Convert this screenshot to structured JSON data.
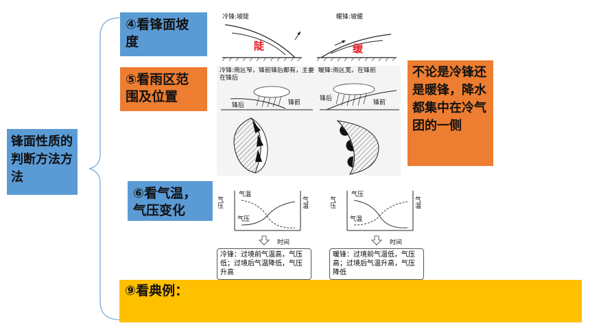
{
  "main_topic": "锋面性质的判断方法方法",
  "sections": {
    "slope": {
      "title": "④看锋面坡度",
      "cold_caption": "冷锋:坡陡",
      "warm_caption": "暖锋:坡缓",
      "steep": "陡",
      "gentle": "缓"
    },
    "rain": {
      "title": "⑤看雨区范围及位置",
      "cold_caption": "冷锋:雨区窄，锋前锋后都有，主要在锋后",
      "warm_caption": "暖锋:雨区宽，在锋前",
      "cold_behind": "锋后",
      "cold_front": "锋前",
      "warm_behind": "锋后",
      "warm_front": "锋前",
      "note": "不论是冷锋还是暖锋，降水都集中在冷气团的一侧"
    },
    "temp": {
      "title": "⑥看气温，气压变化",
      "left_axis": "气压",
      "right_axis": "气温",
      "time_label": "时间",
      "cold_top_label": "气温",
      "cold_bottom_label": "气压",
      "warm_top_label": "气压",
      "warm_bottom_label": "气温",
      "cold_note": "冷锋：过境前气温高，气压低；过境后气温降低，气压升高",
      "warm_note": "暖锋：过境前气温低，气压高；过境后气温升高，气压降低"
    },
    "example": {
      "title": "⑨看典例："
    }
  },
  "colors": {
    "blue": "#5b9bd5",
    "orange": "#ed7d31",
    "yellow": "#ffc000",
    "red": "#e31b23"
  }
}
